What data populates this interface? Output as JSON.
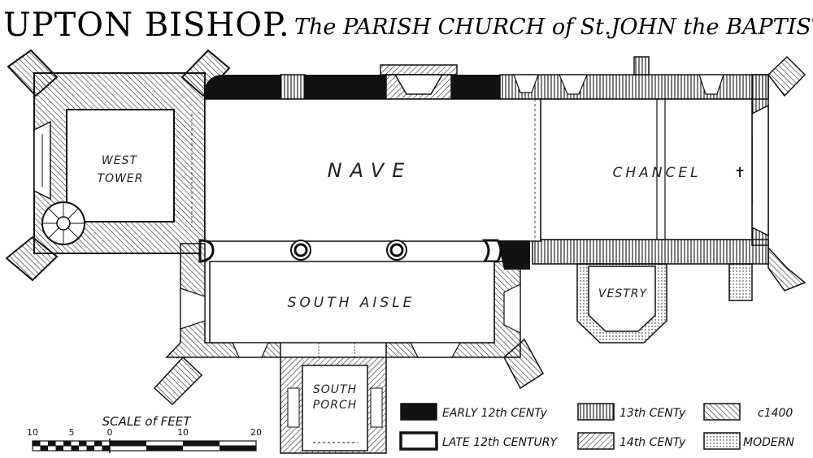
{
  "title": {
    "main": "UPTON BISHOP.",
    "subtitle": "The PARISH CHURCH of St.JOHN the BAPTIST"
  },
  "rooms": {
    "west_tower_line1": "WEST",
    "west_tower_line2": "TOWER",
    "nave": "NAVE",
    "chancel": "CHANCEL",
    "chancel_cross": "✝",
    "south_aisle": "SOUTH AISLE",
    "vestry": "VESTRY",
    "south_porch_line1": "SOUTH",
    "south_porch_line2": "PORCH"
  },
  "scale": {
    "title": "SCALE of FEET",
    "ticks": [
      "10",
      "5",
      "0",
      "10",
      "20"
    ]
  },
  "legend": {
    "early_12th": "EARLY 12th CENTy",
    "late_12th": "LATE 12th CENTURY",
    "c13th": "13th CENTy",
    "c14th": "14th CENTy",
    "c1400": "c1400",
    "modern": "MODERN"
  },
  "colors": {
    "ink": "#111111",
    "paper": "#ffffff"
  }
}
